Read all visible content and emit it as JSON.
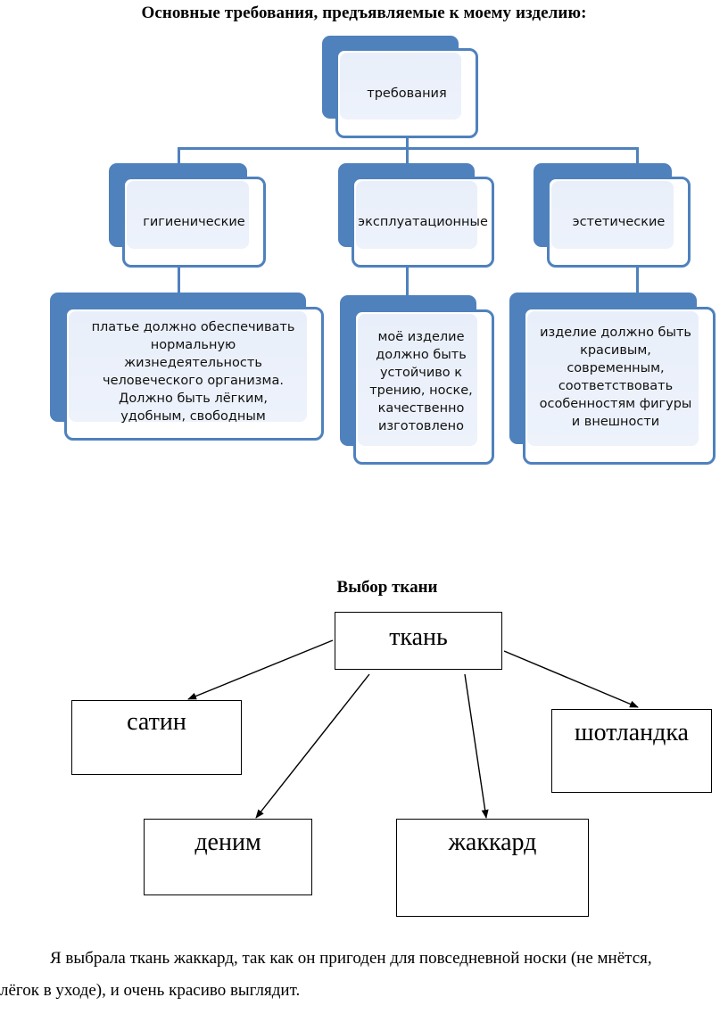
{
  "header": {
    "title": "Основные требования, предъявляемые к моему изделию:"
  },
  "requirements_diagram": {
    "root": "требования",
    "categories": [
      {
        "label": "гигиенические",
        "description": "платье должно обеспечивать нормальную жизнедеятельность человеческого организма. Должно быть лёгким, удобным, свободным"
      },
      {
        "label": "эксплуатационные",
        "description": "моё изделие должно быть устойчиво к трению, носке, качественно изготовлено"
      },
      {
        "label": "эстетические",
        "description": "изделие должно быть красивым, современным, соответствовать особенностям фигуры и внешности"
      }
    ],
    "colors": {
      "accent": "#4f81bd",
      "fill": "#eaf0fa"
    }
  },
  "fabric_section": {
    "title": "Выбор ткани",
    "root": "ткань",
    "options": [
      "сатин",
      "деним",
      "жаккард",
      "шотландка"
    ]
  },
  "conclusion": {
    "line1": "Я выбрала ткань жаккард, так как он пригоден для повседневной носки (не мнётся,",
    "line2": "лёгок в уходе), и очень красиво выглядит."
  }
}
